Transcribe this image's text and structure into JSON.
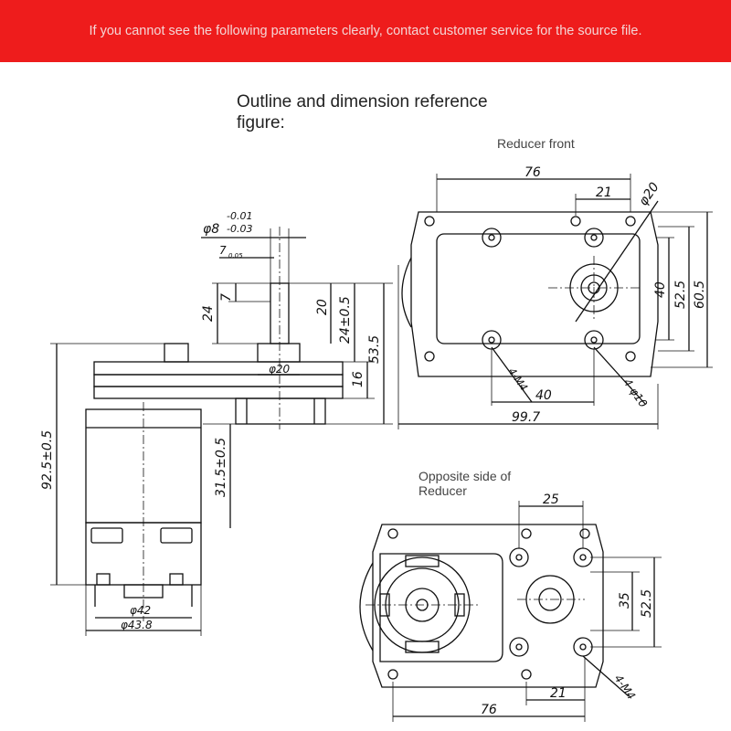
{
  "banner": {
    "text": "If you cannot see the following parameters clearly, contact customer service for the source file.",
    "color": "#ee1c1c"
  },
  "title": "Outline and dimension reference figure:",
  "labels": {
    "front": "Reducer front",
    "opposite": "Opposite side of Reducer"
  },
  "side_view": {
    "shaft_dia": "φ8",
    "shaft_tol_upper": "-0.01",
    "shaft_tol_lower": "-0.03",
    "flat_dim": "7",
    "flat_tol": "0.05",
    "d_24": "24",
    "d_7": "7",
    "d_20": "20",
    "d_24_5": "24±0.5",
    "d_53_5": "53.5",
    "d_16": "16",
    "d_phi20": "φ20",
    "d_92_5": "92.5±0.5",
    "d_31_5": "31.5±0.5",
    "d_phi42": "φ42",
    "d_phi43_8": "φ43.8"
  },
  "front_view": {
    "d_76": "76",
    "d_21": "21",
    "d_phi20": "φ20",
    "d_40v": "40",
    "d_52_5": "52.5",
    "d_60_5": "60.5",
    "d_4m4": "4-M4",
    "d_40h": "40",
    "d_4phi10": "4-φ10",
    "d_99_7": "99.7"
  },
  "back_view": {
    "d_25": "25",
    "d_35": "35",
    "d_52_5": "52.5",
    "d_21": "21",
    "d_76": "76",
    "d_4m4": "4-M4"
  }
}
